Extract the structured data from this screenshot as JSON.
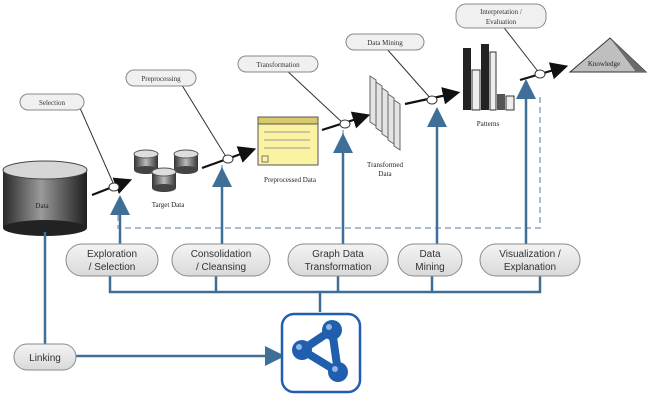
{
  "stages": {
    "selection": "Selection",
    "preprocessing": "Preprocessing",
    "transformation": "Transformation",
    "data_mining": "Data Mining",
    "interpretation_1": "Interpretation /",
    "interpretation_2": "Evaluation"
  },
  "artifacts": {
    "data": "Data",
    "target_data": "Target Data",
    "preprocessed_data": "Preprocessed Data",
    "transformed_data_1": "Transformed",
    "transformed_data_2": "Data",
    "patterns": "Patterns",
    "knowledge": "Knowledge"
  },
  "tool_steps": [
    {
      "line1": "Exploration",
      "line2": "/ Selection"
    },
    {
      "line1": "Consolidation",
      "line2": "/ Cleansing"
    },
    {
      "line1": "Graph Data",
      "line2": "Transformation"
    },
    {
      "line1": "Data",
      "line2": "Mining"
    },
    {
      "line1": "Visualization /",
      "line2": "Explanation"
    }
  ],
  "linking": "Linking",
  "colors": {
    "flow_blue": "#3f6f96",
    "dashed": "#a9bfd1",
    "pill_fill": "#e6e6e6",
    "pill_stroke": "#8a8a8a",
    "logo_blue": "#1f5fae"
  }
}
